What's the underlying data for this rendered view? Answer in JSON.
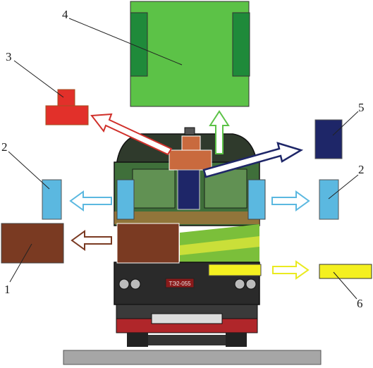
{
  "callouts": [
    {
      "id": "1",
      "label": "1"
    },
    {
      "id": "2",
      "label": "2"
    },
    {
      "id": "3",
      "label": "3"
    },
    {
      "id": "4",
      "label": "4"
    },
    {
      "id": "5",
      "label": "5"
    },
    {
      "id": "6",
      "label": "6"
    }
  ],
  "plate_text": "ТЭ2-055",
  "colors": {
    "module1": "#7a3a22",
    "module2": "#5bb8e0",
    "module3": "#e2302a",
    "module4": "#5cc247",
    "module4_side": "#1f8a3a",
    "module5": "#1e2668",
    "module6": "#f4f020",
    "ground": "#a6a6a6"
  }
}
